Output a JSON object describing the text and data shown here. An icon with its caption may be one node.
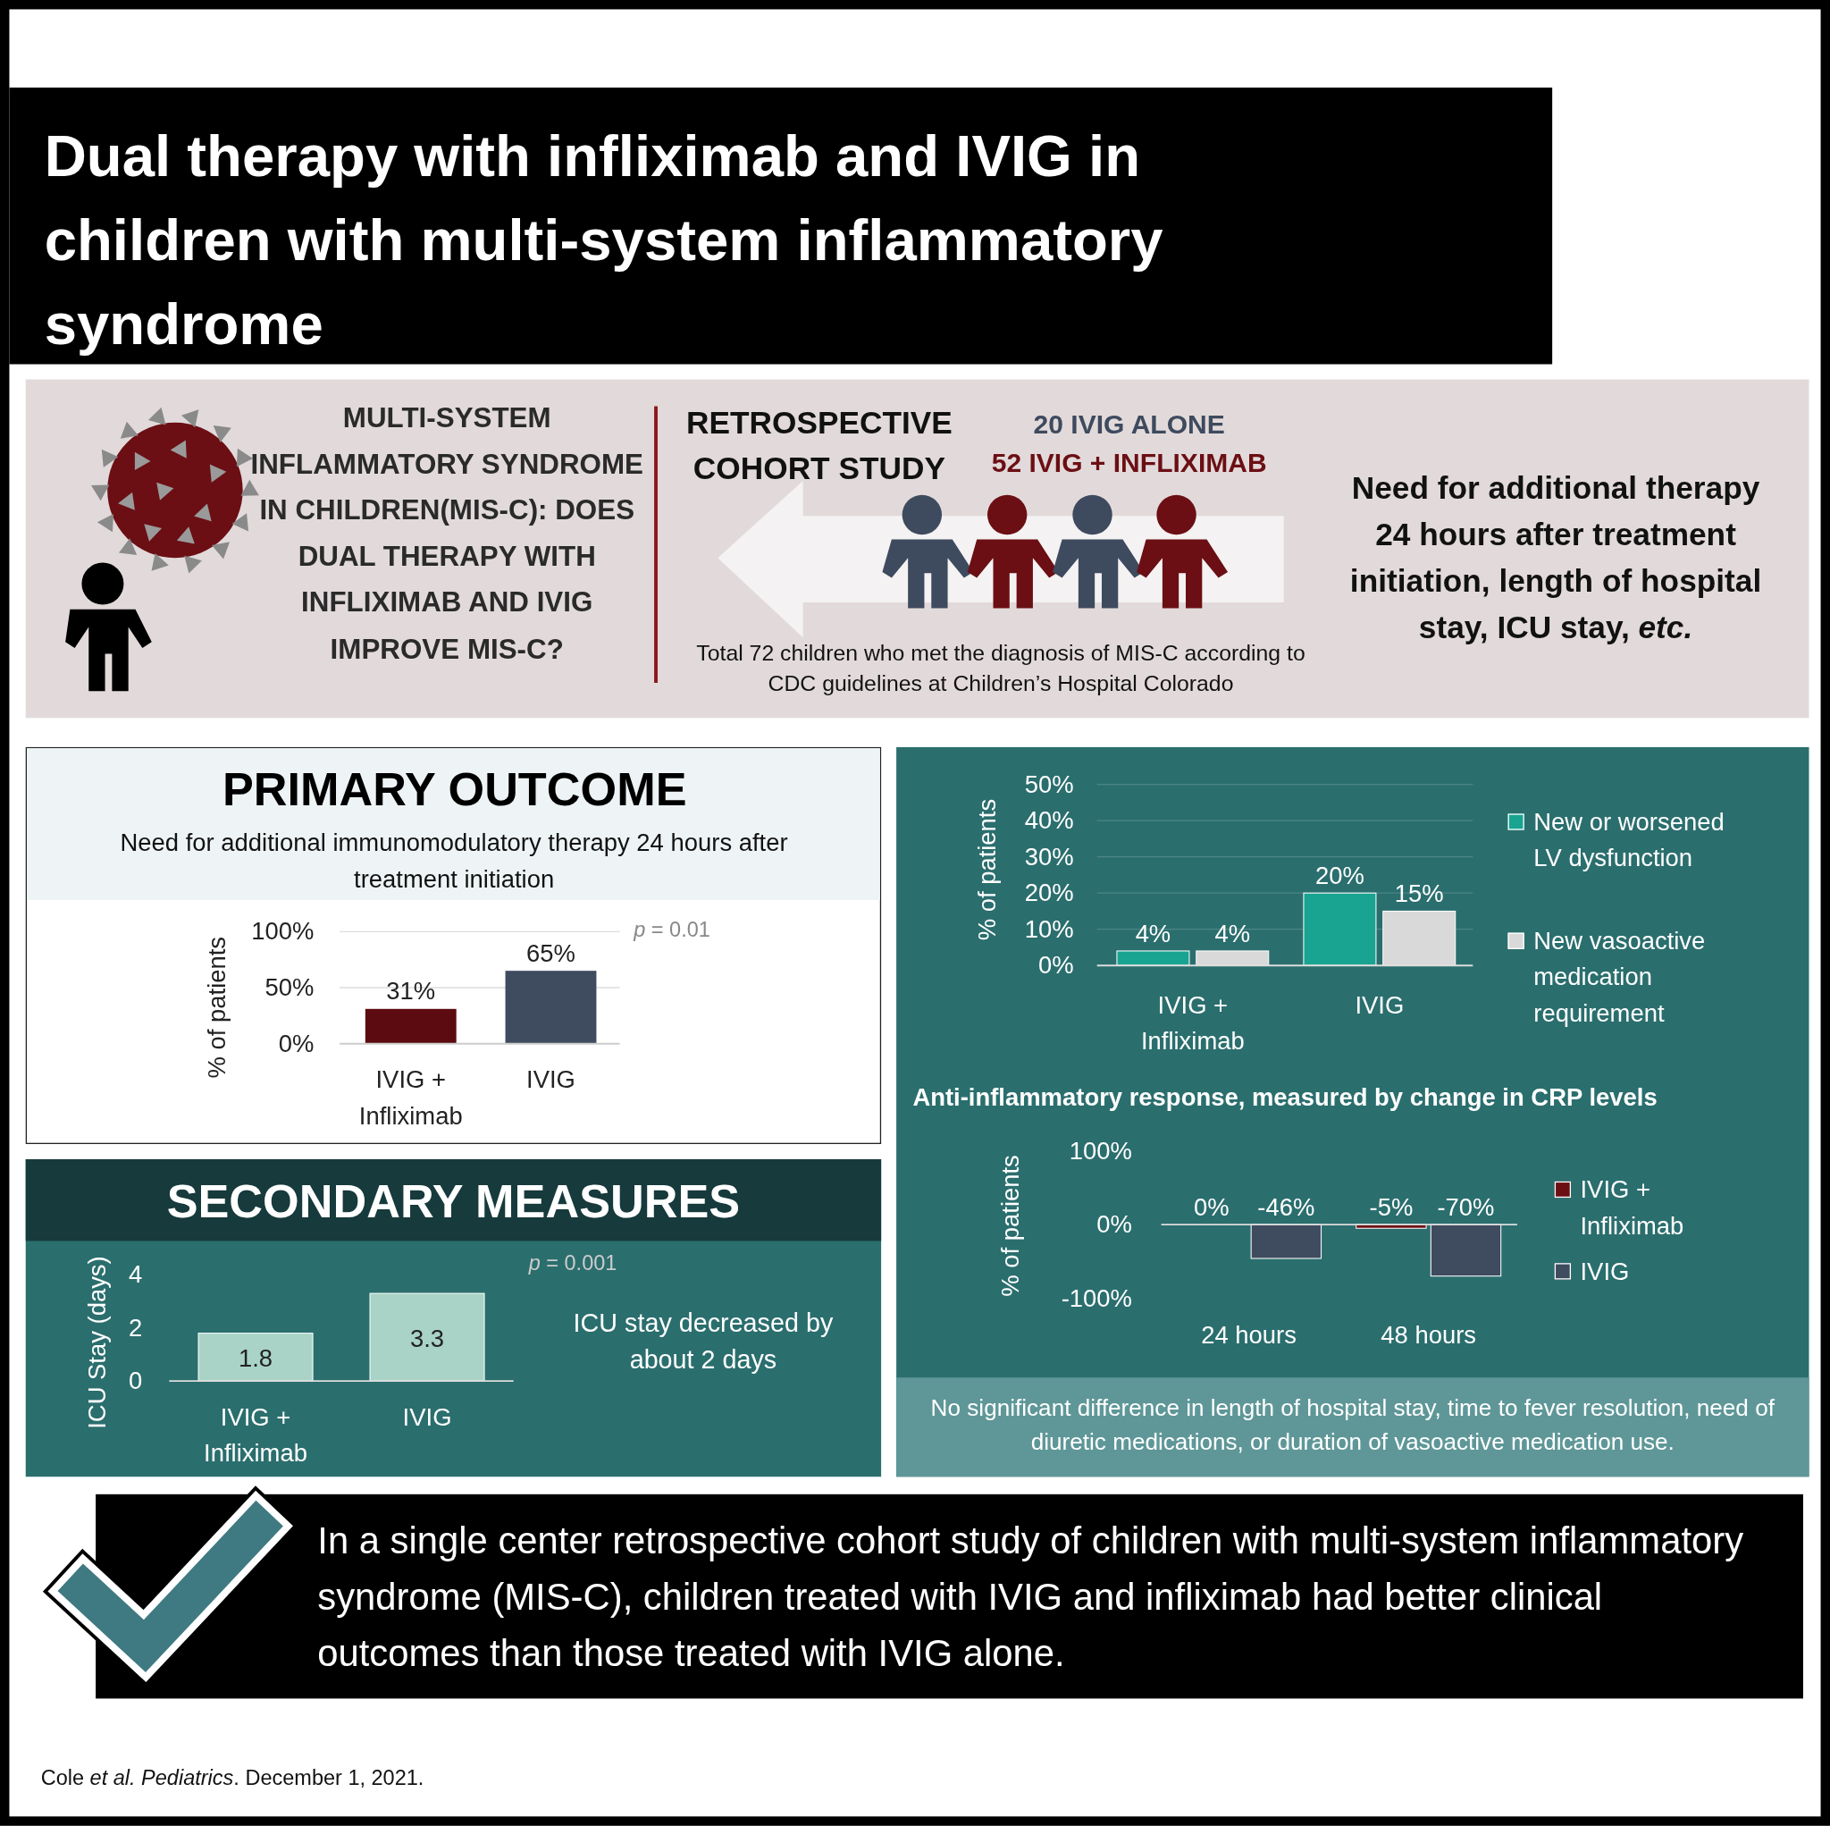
{
  "diagram": {
    "nodes": [
      {
        "text": [
          "Dual therapy with infliximab and IVIG in children with multi-system inflammatory syndrome"
        ]
      },
      {
        "text": [
          "MULTI-SYSTEM INFLAMMATORY SYNDROME IN CHILDREN(MIS-C): DOES DUAL THERAPY WITH INFLIXIMAB AND IVIG IMPROVE MIS-C?",
          "RETROSPECTIVE COHORT STUDY",
          "20 IVIG ALONE",
          "52 IVIG + INFLIXIMAB",
          "Total 72 children who met the diagnosis of MIS-C according to CDC guidelines at Children’s Hospital Colorado",
          "Need for additional therapy 24 hours after treatment initiation, length of hospital stay, ICU stay, *etc.*"
        ]
      },
      {
        "text": [
          "PRIMARY OUTCOME",
          "Need for additional immunomodulatory therapy 24 hours after treatment initiation"
        ]
      },
      {
        "text": [
          "SECONDARY MEASURES",
          "ICU stay decreased by about 2 days"
        ]
      },
      {
        "text": [],
        "shape": "box"
      },
      {
        "text": [
          "No significant difference in length of hospital stay, time to fever resolution, need of diuretic medications, or duration of vasoactive medication use."
        ],
        "in": 4
      },
      {
        "text": [
          "In a single center retrospective cohort study of children with multi-system inflammatory syndrome (MIS-C), children treated with IVIG and infliximab had better clinical outcomes than those treated with IVIG alone."
        ]
      }
    ],
    "edges": [],
    "labels": [
      "Cole *et al. Pediatrics*. December 1, 2021."
    ],
    "chart_data": [
      {
        "type": "bar",
        "ylabel": "% of patients",
        "categories": [
          "IVIG + Infliximab",
          "IVIG"
        ],
        "stacked": true,
        "series": [
          {
            "color": "#5c0b10",
            "values": [
              31,
              null
            ]
          },
          {
            "color": "#3f4b5f",
            "values": [
              null,
              65
            ]
          }
        ],
        "ylim": [
          0,
          100
        ],
        "grid": true,
        "yticks": [
          {
            "value": 0,
            "label": "0%"
          },
          {
            "value": 50,
            "label": "50%"
          },
          {
            "value": 100,
            "label": "100%"
          }
        ],
        "value_labels": [
          "31%",
          "65%"
        ],
        "annotations": [
          "*p* = 0.01"
        ]
      },
      {
        "type": "bar",
        "ylabel": "ICU Stay (days)",
        "categories": [
          "IVIG + Infliximab",
          "IVIG"
        ],
        "series": [
          {
            "color": "#a8d3c6",
            "values": [
              1.8,
              3.3
            ]
          }
        ],
        "ylim": [
          0,
          4
        ],
        "yticks": [
          0,
          2,
          4
        ],
        "data_labels": true,
        "annotations": [
          "*p* = 0.001"
        ]
      },
      {
        "type": "bar",
        "ylabel": "% of patients",
        "categories": [
          "IVIG + Infliximab",
          "IVIG"
        ],
        "series": [
          {
            "name": "New or worsened LV dysfunction",
            "color": "#19a391",
            "values": [
              4,
              20
            ]
          },
          {
            "name": "New vasoactive medication requirement",
            "color": "#d9d9d9",
            "values": [
              4,
              15
            ]
          }
        ],
        "ylim": [
          0,
          50
        ],
        "grid": true,
        "legend": "right",
        "yticks": [
          {
            "value": 0,
            "label": "0%"
          },
          {
            "value": 10,
            "label": "10%"
          },
          {
            "value": 20,
            "label": "20%"
          },
          {
            "value": 30,
            "label": "30%"
          },
          {
            "value": 40,
            "label": "40%"
          },
          {
            "value": 50,
            "label": "50%"
          }
        ],
        "value_labels": [
          "4%",
          "20%",
          "4%",
          "15%"
        ]
      },
      {
        "type": "bar",
        "title": "Anti-inflammatory response, measured by change in CRP levels",
        "ylabel": "% of patients",
        "categories": [
          "24 hours",
          "48 hours"
        ],
        "series": [
          {
            "name": "IVIG + Infliximab",
            "color": "#6b0f14",
            "values": [
              0,
              -5
            ]
          },
          {
            "name": "IVIG",
            "color": "#3f4b5f",
            "values": [
              -46,
              -70
            ]
          }
        ],
        "ylim": [
          -100,
          100
        ],
        "legend": "right",
        "yticks": [
          {
            "value": -100,
            "label": "-100%"
          },
          {
            "value": 0,
            "label": "0%"
          },
          {
            "value": 100,
            "label": "100%"
          }
        ],
        "value_labels": [
          "0%",
          "-5%",
          "-46%",
          "-70%"
        ]
      }
    ]
  }
}
